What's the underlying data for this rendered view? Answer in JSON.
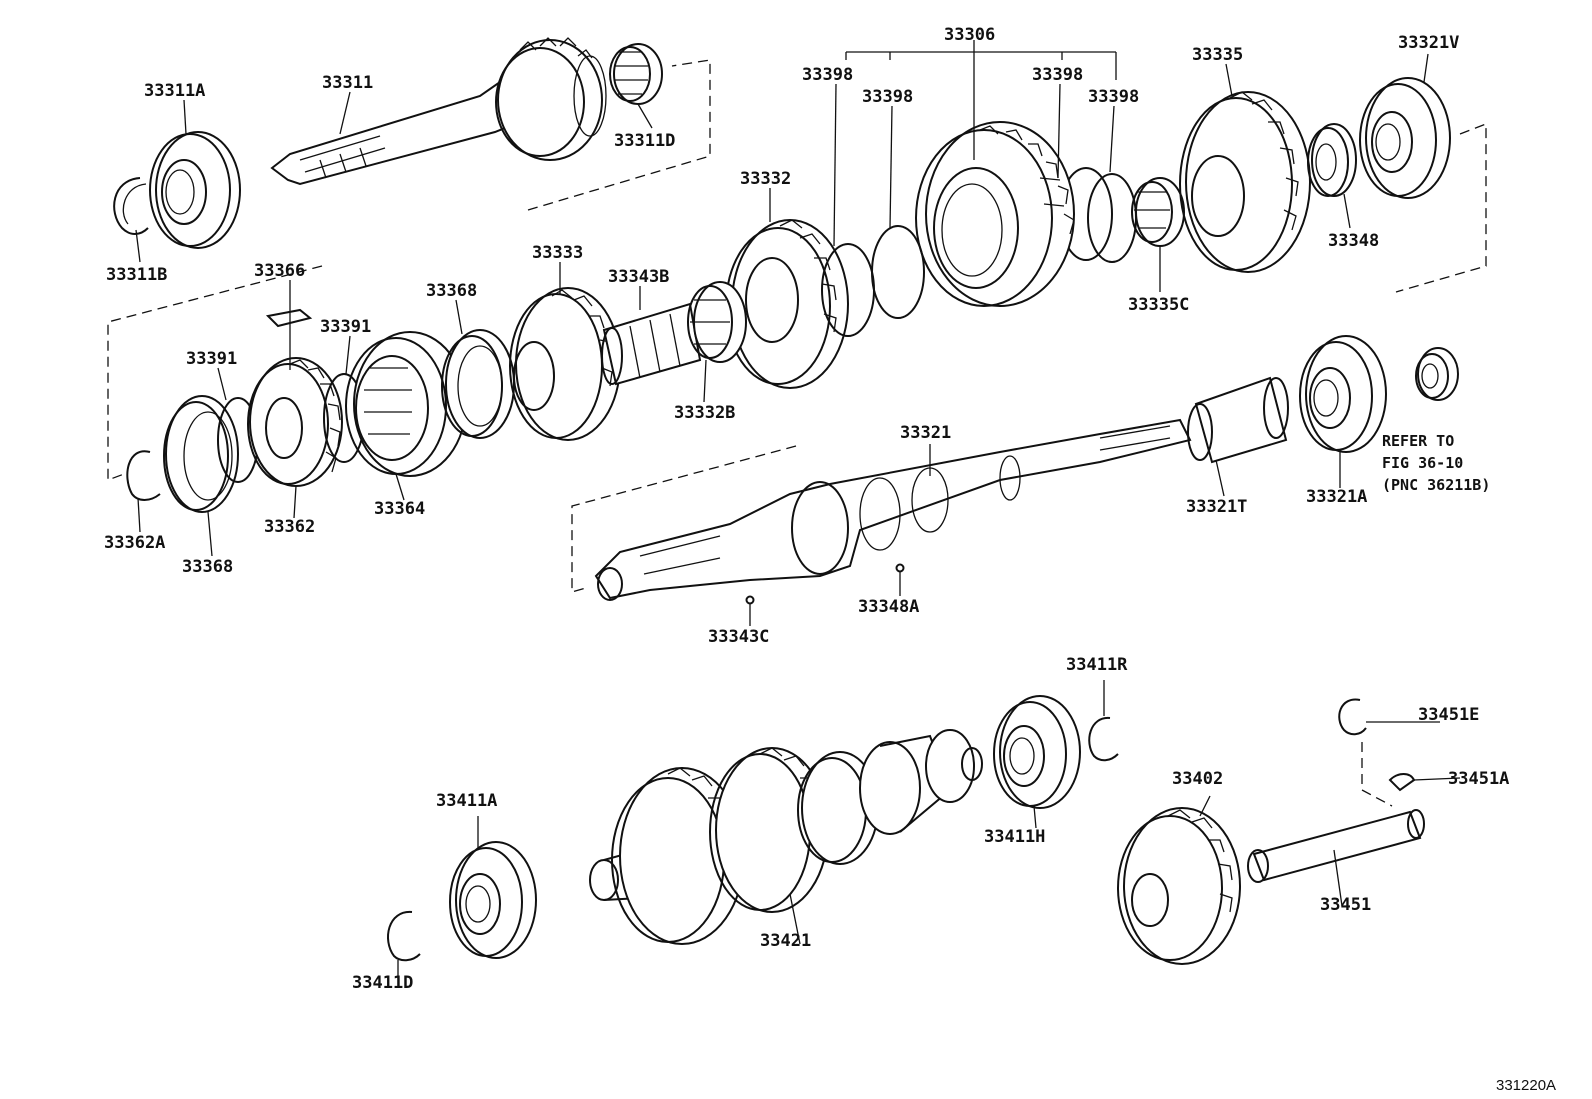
{
  "figure_id": "331220A",
  "note": {
    "line1": "REFER TO",
    "line2": "FIG 36-10",
    "line3": "(PNC 36211B)"
  },
  "labels": [
    {
      "key": "p33311A",
      "text": "33311A"
    },
    {
      "key": "p33311",
      "text": "33311"
    },
    {
      "key": "p33311D",
      "text": "33311D"
    },
    {
      "key": "p33311B",
      "text": "33311B"
    },
    {
      "key": "p33306",
      "text": "33306"
    },
    {
      "key": "p33398a",
      "text": "33398"
    },
    {
      "key": "p33398b",
      "text": "33398"
    },
    {
      "key": "p33398c",
      "text": "33398"
    },
    {
      "key": "p33398d",
      "text": "33398"
    },
    {
      "key": "p33335",
      "text": "33335"
    },
    {
      "key": "p33321V",
      "text": "33321V"
    },
    {
      "key": "p33332",
      "text": "33332"
    },
    {
      "key": "p33348",
      "text": "33348"
    },
    {
      "key": "p33335C",
      "text": "33335C"
    },
    {
      "key": "p33366",
      "text": "33366"
    },
    {
      "key": "p33333",
      "text": "33333"
    },
    {
      "key": "p33368a",
      "text": "33368"
    },
    {
      "key": "p33343B",
      "text": "33343B"
    },
    {
      "key": "p33391a",
      "text": "33391"
    },
    {
      "key": "p33391b",
      "text": "33391"
    },
    {
      "key": "p33332B",
      "text": "33332B"
    },
    {
      "key": "p33321",
      "text": "33321"
    },
    {
      "key": "p33321T",
      "text": "33321T"
    },
    {
      "key": "p33321A",
      "text": "33321A"
    },
    {
      "key": "p33364",
      "text": "33364"
    },
    {
      "key": "p33362",
      "text": "33362"
    },
    {
      "key": "p33362A",
      "text": "33362A"
    },
    {
      "key": "p33368b",
      "text": "33368"
    },
    {
      "key": "p33348A",
      "text": "33348A"
    },
    {
      "key": "p33343C",
      "text": "33343C"
    },
    {
      "key": "p33411R",
      "text": "33411R"
    },
    {
      "key": "p33451E",
      "text": "33451E"
    },
    {
      "key": "p33451A",
      "text": "33451A"
    },
    {
      "key": "p33402",
      "text": "33402"
    },
    {
      "key": "p33411A",
      "text": "33411A"
    },
    {
      "key": "p33411H",
      "text": "33411H"
    },
    {
      "key": "p33421",
      "text": "33421"
    },
    {
      "key": "p33451",
      "text": "33451"
    },
    {
      "key": "p33411D",
      "text": "33411D"
    }
  ]
}
